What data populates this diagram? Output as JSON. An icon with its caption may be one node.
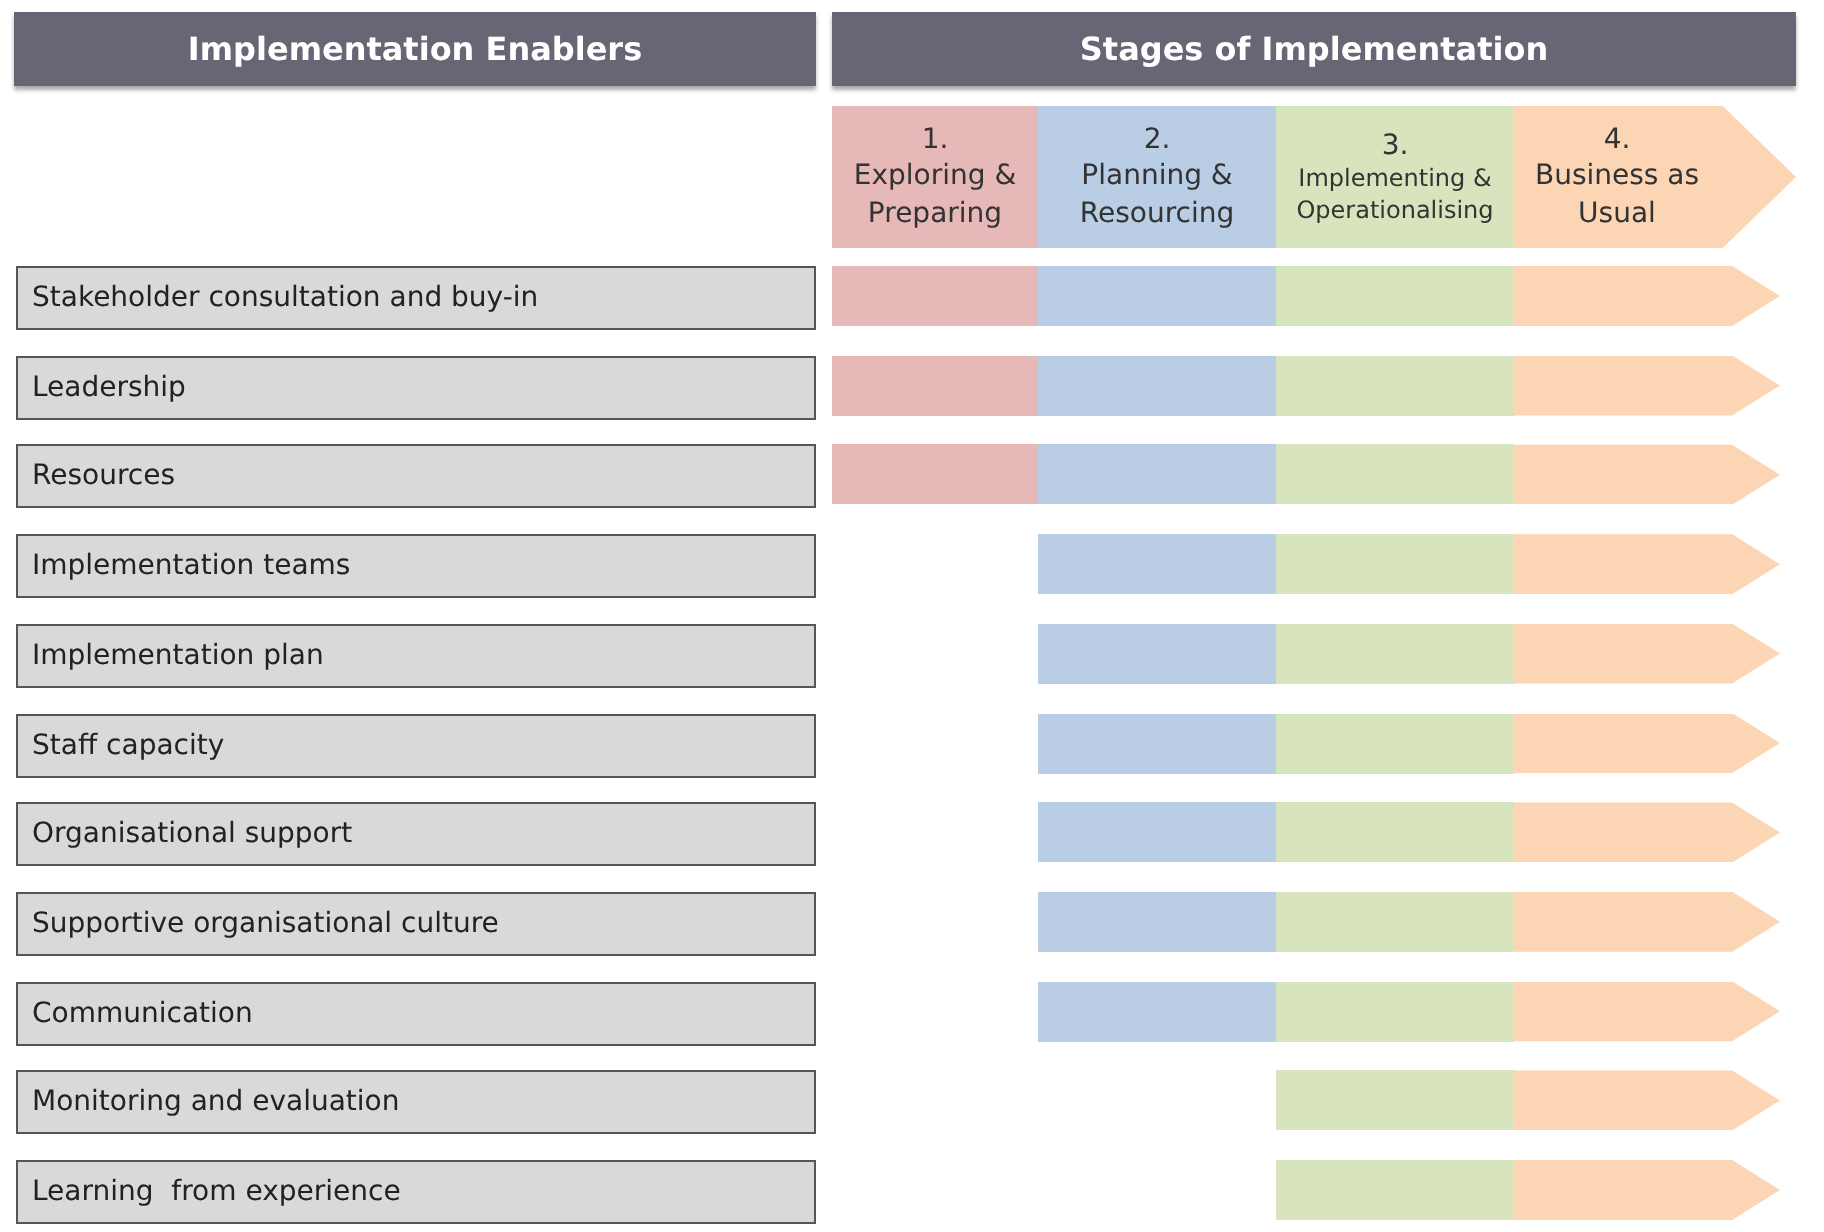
{
  "diagram": {
    "nodes": [
      {
        "text": [
          "Implementation Enablers"
        ]
      },
      {
        "text": [
          "Stages of Implementation"
        ]
      },
      {
        "text": [
          "1.",
          "Exploring & Preparing"
        ]
      },
      {
        "text": [
          "2.",
          "Planning & Resourcing"
        ]
      },
      {
        "text": [
          "3.",
          "Implementing & Operationalising"
        ]
      },
      {
        "text": [
          "4.",
          "Business as Usual"
        ]
      },
      {
        "text": [
          "Stakeholder consultation and buy-in"
        ]
      },
      {
        "text": [],
        "shape": "bar"
      },
      {
        "text": [],
        "shape": "bar"
      },
      {
        "text": [],
        "shape": "bar"
      },
      {
        "text": [],
        "shape": "bar"
      },
      {
        "text": [
          "Leadership"
        ]
      },
      {
        "text": [],
        "shape": "bar"
      },
      {
        "text": [],
        "shape": "bar"
      },
      {
        "text": [],
        "shape": "bar"
      },
      {
        "text": [],
        "shape": "bar"
      },
      {
        "text": [
          "Resources"
        ]
      },
      {
        "text": [],
        "shape": "bar"
      },
      {
        "text": [],
        "shape": "bar"
      },
      {
        "text": [],
        "shape": "bar"
      },
      {
        "text": [],
        "shape": "bar"
      },
      {
        "text": [
          "Implementation teams"
        ]
      },
      {
        "text": [],
        "shape": "bar"
      },
      {
        "text": [],
        "shape": "bar"
      },
      {
        "text": [],
        "shape": "bar"
      },
      {
        "text": [
          "Implementation plan"
        ]
      },
      {
        "text": [],
        "shape": "bar"
      },
      {
        "text": [],
        "shape": "bar"
      },
      {
        "text": [],
        "shape": "bar"
      },
      {
        "text": [
          "Staff capacity"
        ]
      },
      {
        "text": [],
        "shape": "bar"
      },
      {
        "text": [],
        "shape": "bar"
      },
      {
        "text": [],
        "shape": "bar"
      },
      {
        "text": [
          "Organisational support"
        ]
      },
      {
        "text": [],
        "shape": "bar"
      },
      {
        "text": [],
        "shape": "bar"
      },
      {
        "text": [],
        "shape": "bar"
      },
      {
        "text": [
          "Supportive organisational culture"
        ]
      },
      {
        "text": [],
        "shape": "bar"
      },
      {
        "text": [],
        "shape": "bar"
      },
      {
        "text": [],
        "shape": "bar"
      },
      {
        "text": [
          "Communication"
        ]
      },
      {
        "text": [],
        "shape": "bar"
      },
      {
        "text": [],
        "shape": "bar"
      },
      {
        "text": [],
        "shape": "bar"
      },
      {
        "text": [
          "Monitoring and evaluation"
        ]
      },
      {
        "text": [],
        "shape": "bar"
      },
      {
        "text": [],
        "shape": "bar"
      },
      {
        "text": [
          "Learning  from experience"
        ]
      },
      {
        "text": [],
        "shape": "bar"
      },
      {
        "text": [],
        "shape": "bar"
      }
    ]
  }
}
